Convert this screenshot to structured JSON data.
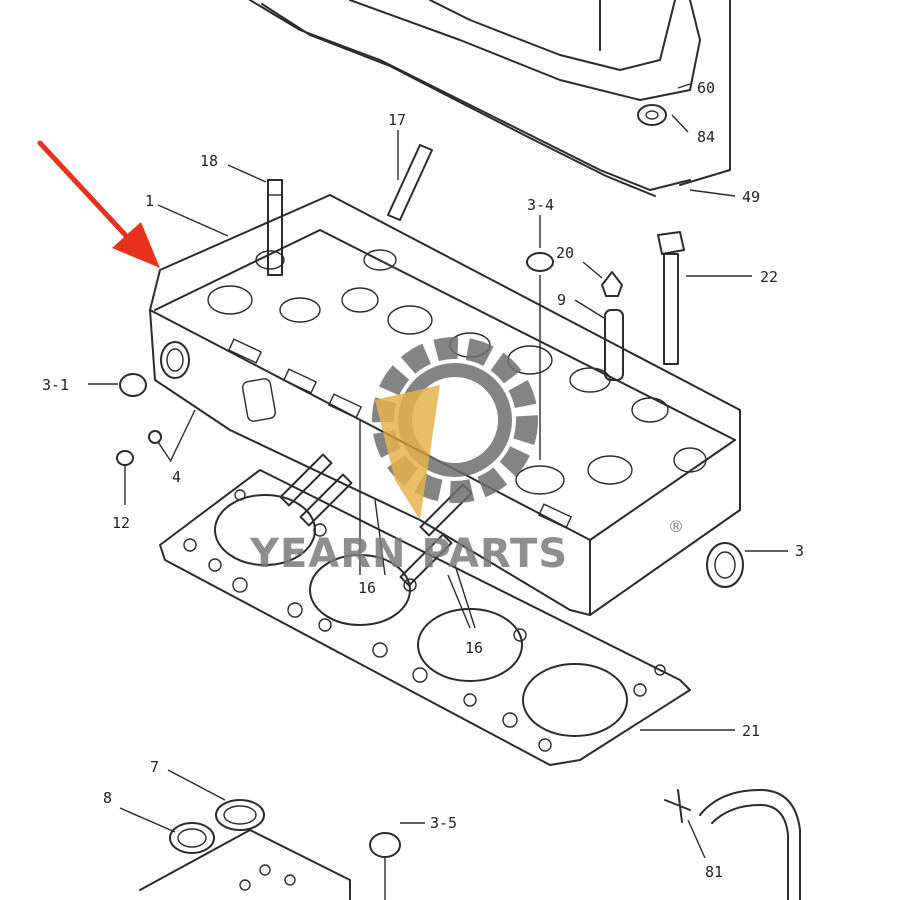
{
  "diagram": {
    "labels": {
      "p1": "1",
      "p3": "3",
      "p3_1": "3-1",
      "p3_4": "3-4",
      "p3_5": "3-5",
      "p4": "4",
      "p7": "7",
      "p8": "8",
      "p9": "9",
      "p12": "12",
      "p16a": "16",
      "p16b": "16",
      "p17": "17",
      "p18": "18",
      "p20": "20",
      "p21": "21",
      "p22": "22",
      "p49": "49",
      "p60": "60",
      "p81": "81",
      "p84": "84"
    },
    "watermark": {
      "brand": "YEARN PARTS",
      "registered": "®"
    },
    "colors": {
      "line": "#2b2b2b",
      "arrow": "#e8321e",
      "watermark_gray": "#6e6e6e",
      "watermark_gold": "#e0a42a"
    }
  }
}
